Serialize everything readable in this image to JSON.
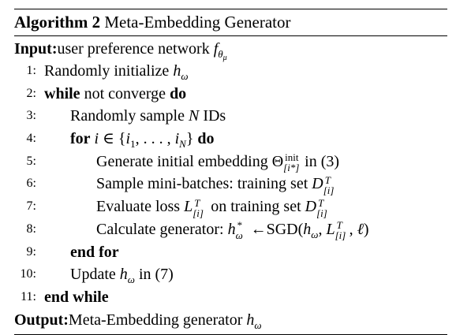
{
  "algorithm": {
    "label": "Algorithm 2",
    "title": "Meta-Embedding Generator",
    "input_label": "Input:",
    "input_text": "user preference network",
    "output_label": "Output:",
    "output_text": "Meta-Embedding generator",
    "lines": [
      {
        "num": "1:"
      },
      {
        "num": "2:"
      },
      {
        "num": "3:"
      },
      {
        "num": "4:"
      },
      {
        "num": "5:"
      },
      {
        "num": "6:"
      },
      {
        "num": "7:"
      },
      {
        "num": "8:"
      },
      {
        "num": "9:"
      },
      {
        "num": "10:"
      },
      {
        "num": "11:"
      }
    ],
    "text": {
      "l1": "Randomly initialize",
      "l2_kw": "while",
      "l2_mid": "not converge",
      "l2_do": "do",
      "l3_a": "Randomly sample",
      "l3_b": "IDs",
      "l4_kw": "for",
      "l4_do": "do",
      "l5_a": "Generate initial embedding",
      "l5_b": "in (3)",
      "l6": "Sample mini-batches: training set",
      "l7_a": "Evaluate loss",
      "l7_b": "on training set",
      "l8": "Calculate generator:",
      "l9": "end for",
      "l10_a": "Update",
      "l10_b": "in (7)",
      "l11": "end while"
    }
  }
}
